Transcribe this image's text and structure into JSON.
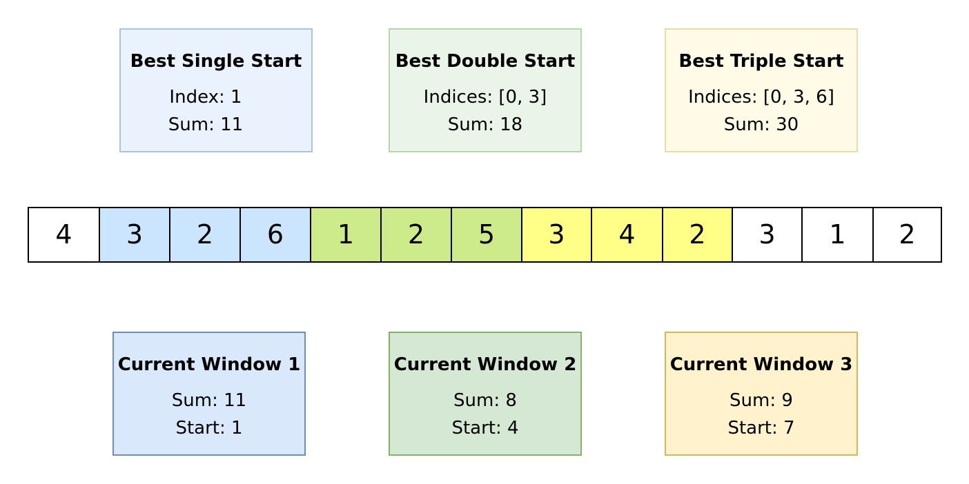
{
  "colors": {
    "best_single": {
      "fill": "#eaf2fd",
      "stroke": "#a9c4e3"
    },
    "best_double": {
      "fill": "#eaf4e8",
      "stroke": "#b7d6ac"
    },
    "best_triple": {
      "fill": "#fffbe6",
      "stroke": "#ebdca7"
    },
    "current_1": {
      "fill": "#dae8fc",
      "stroke": "#6c8ebf"
    },
    "current_2": {
      "fill": "#d5e8d4",
      "stroke": "#82b366"
    },
    "current_3": {
      "fill": "#fff2cc",
      "stroke": "#d6b656"
    },
    "cell_white": "#ffffff",
    "cell_blue": "#cce5ff",
    "cell_green": "#cdeb8b",
    "cell_yellow": "#ffff88"
  },
  "best": {
    "single": {
      "title": "Best Single Start",
      "line1": "Index: 1",
      "line2": "Sum: 11"
    },
    "double": {
      "title": "Best Double Start",
      "line1": "Indices: [0, 3]",
      "line2": "Sum: 18"
    },
    "triple": {
      "title": "Best Triple Start",
      "line1": "Indices: [0, 3, 6]",
      "line2": "Sum: 30"
    }
  },
  "current": {
    "w1": {
      "title": "Current Window 1",
      "line1": "Sum: 11",
      "line2": "Start: 1"
    },
    "w2": {
      "title": "Current Window 2",
      "line1": "Sum: 8",
      "line2": "Start: 4"
    },
    "w3": {
      "title": "Current Window 3",
      "line1": "Sum: 9",
      "line2": "Start: 7"
    }
  },
  "array": [
    {
      "value": "4",
      "color": "white"
    },
    {
      "value": "3",
      "color": "blue"
    },
    {
      "value": "2",
      "color": "blue"
    },
    {
      "value": "6",
      "color": "blue"
    },
    {
      "value": "1",
      "color": "green"
    },
    {
      "value": "2",
      "color": "green"
    },
    {
      "value": "5",
      "color": "green"
    },
    {
      "value": "3",
      "color": "yellow"
    },
    {
      "value": "4",
      "color": "yellow"
    },
    {
      "value": "2",
      "color": "yellow"
    },
    {
      "value": "3",
      "color": "white"
    },
    {
      "value": "1",
      "color": "white"
    },
    {
      "value": "2",
      "color": "white"
    }
  ]
}
